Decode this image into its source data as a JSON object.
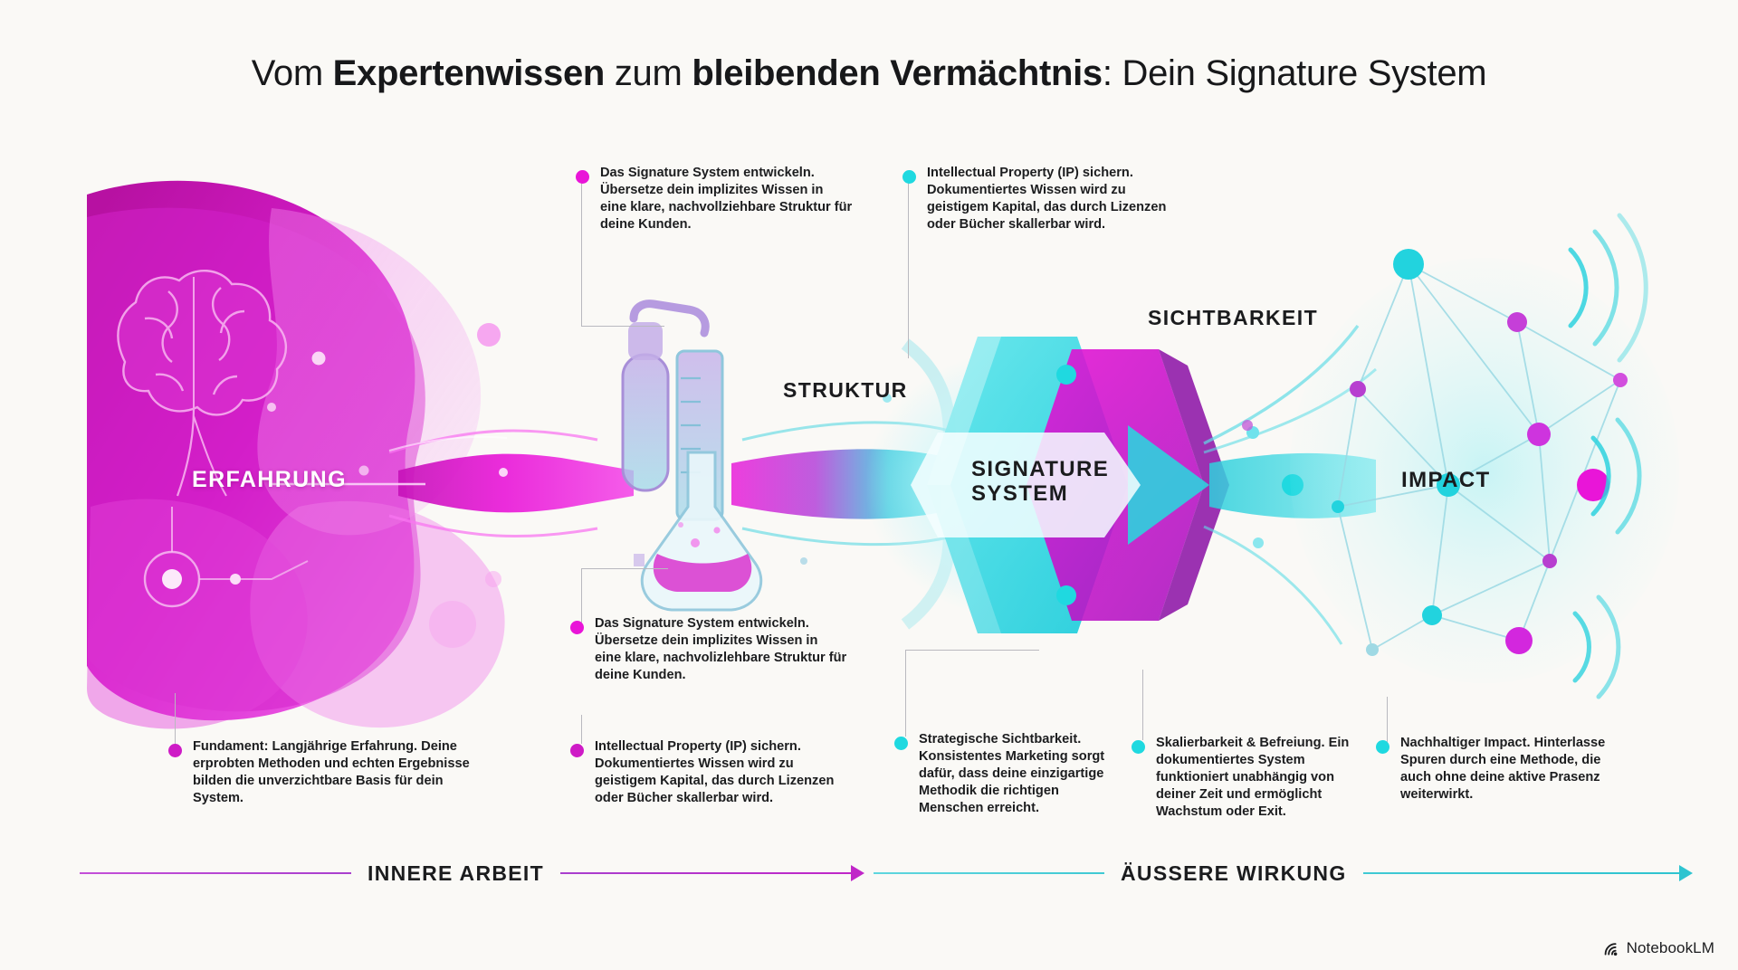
{
  "title": {
    "part1": "Vom ",
    "bold1": "Expertenwissen",
    "part2": " zum ",
    "bold2": "bleibenden Vermächtnis",
    "part3": ": Dein Signature System"
  },
  "colors": {
    "magenta": "#E915D8",
    "magenta_deep": "#B5179E",
    "purple": "#9B30C9",
    "cyan": "#1FD9E0",
    "cyan_deep": "#12B9C7",
    "background": "#FAF9F6",
    "text_dark": "#1C1D1F",
    "leader_gray": "#B9B9BF"
  },
  "stage_labels": {
    "erfahrung": "ERFAHRUNG",
    "struktur": "STRUKTUR",
    "signature_system_line1": "SIGNATURE",
    "signature_system_line2": "SYSTEM",
    "sichtbarkeit": "SICHTBARKEIT",
    "impact": "IMPACT"
  },
  "callouts": [
    {
      "id": "top-signature-system",
      "dot_color": "#E915D8",
      "heading": "Das Signature System entwickeln.",
      "text": " Übersetze dein implizites Wissen in eine klare, nachvollziehbare Struktur für deine Kunden."
    },
    {
      "id": "top-intellectual-property",
      "dot_color": "#1FD9E0",
      "heading": "Intellectual Property (IP) sichern.",
      "text": " Dokumentiertes Wissen wird zu geistigem Kapital, das durch Lizenzen oder Bücher skallerbar wird."
    },
    {
      "id": "mid-signature-system",
      "dot_color": "#E915D8",
      "heading": "Das Signature System entwickeln.",
      "text": " Übersetze dein implizites Wissen in eine klare, nachvolizlehbare Struktur für deine Kunden."
    },
    {
      "id": "bottom-fundament",
      "dot_color": "#E915D8",
      "heading": "Fundament: Langjährige Erfahrung.",
      "text": " Deine erprobten Methoden und echten Ergebnisse bilden die unverzichtbare Basis für dein System."
    },
    {
      "id": "bottom-intellectual-property",
      "dot_color": "#E915D8",
      "heading": "Intellectual Property (IP) sichern.",
      "text": " Dokumentiertes Wissen wird zu geistigem Kapital, das durch Lizenzen oder Bücher skallerbar wird."
    },
    {
      "id": "bottom-strategische-sichtbarkeit",
      "dot_color": "#1FD9E0",
      "heading": "Strategische Sichtbarkeit.",
      "text": " Konsistentes Marketing sorgt dafür, dass deine einzigartige Methodik die richtigen Menschen erreicht."
    },
    {
      "id": "bottom-skalierbarkeit",
      "dot_color": "#1FD9E0",
      "heading": "Skalierbarkeit & Befreiung.",
      "text": " Ein dokumentiertes System funktioniert unabhängig von deiner Zeit und ermöglicht Wachstum oder Exit."
    },
    {
      "id": "bottom-nachhaltiger-impact",
      "dot_color": "#1FD9E0",
      "heading": "Nachhaltiger Impact.",
      "text": " Hinterlasse Spuren durch eine Methode, die auch ohne deine aktive Prasenz weiterwirkt."
    }
  ],
  "phases": [
    {
      "id": "innere-arbeit",
      "label": "INNERE ARBEIT",
      "color": "#B33FD4"
    },
    {
      "id": "aussere-wirkung",
      "label": "ÄUSSERE WIRKUNG",
      "color": "#3FC9D4"
    }
  ],
  "watermark": {
    "label": "NotebookLM",
    "icon": "notebooklm-icon"
  }
}
